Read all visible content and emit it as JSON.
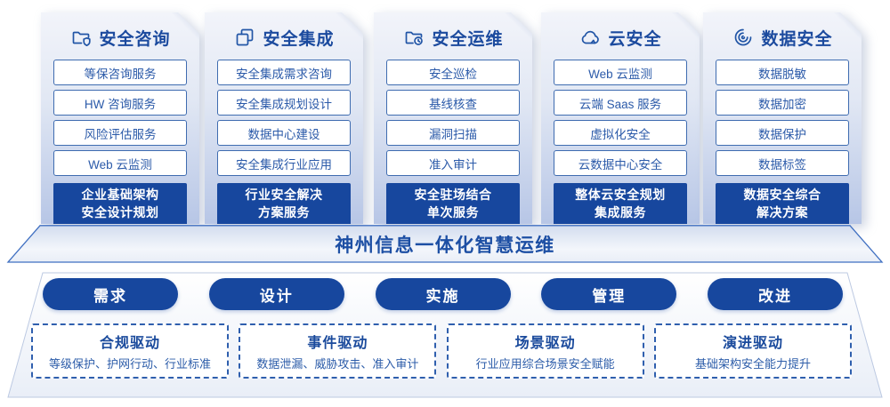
{
  "colors": {
    "primary_dark_blue": "#17479e",
    "title_blue": "#1b4a9e",
    "item_text_blue": "#2b5aa9",
    "item_border_blue": "#3f6cb0",
    "banner_border_blue": "#3f6fc1",
    "card_gradient_bottom": "#b7c6e6"
  },
  "columns": [
    {
      "icon": "folder-shield-icon",
      "title": "安全咨询",
      "items": [
        "等保咨询服务",
        "HW 咨询服务",
        "风险评估服务",
        "Web 云监测"
      ],
      "solution": [
        "企业基础架构",
        "安全设计规划"
      ]
    },
    {
      "icon": "stacked-documents-icon",
      "title": "安全集成",
      "items": [
        "安全集成需求咨询",
        "安全集成规划设计",
        "数据中心建设",
        "安全集成行业应用"
      ],
      "solution": [
        "行业安全解决",
        "方案服务"
      ]
    },
    {
      "icon": "folder-clock-icon",
      "title": "安全运维",
      "items": [
        "安全巡检",
        "基线核查",
        "漏洞扫描",
        "准入审计"
      ],
      "solution": [
        "安全驻场结合",
        "单次服务"
      ]
    },
    {
      "icon": "cloud-security-icon",
      "title": "云安全",
      "items": [
        "Web 云监测",
        "云端 Saas 服务",
        "虚拟化安全",
        "云数据中心安全"
      ],
      "solution": [
        "整体云安全规划",
        "集成服务"
      ]
    },
    {
      "icon": "fingerprint-icon",
      "title": "数据安全",
      "items": [
        "数据脱敏",
        "数据加密",
        "数据保护",
        "数据标签"
      ],
      "solution": [
        "数据安全综合",
        "解决方案"
      ]
    }
  ],
  "banner": {
    "title": "神州信息一体化智慧运维"
  },
  "process": {
    "steps": [
      "需求",
      "设计",
      "实施",
      "管理",
      "改进"
    ]
  },
  "drivers": [
    {
      "title": "合规驱动",
      "desc": "等级保护、护网行动、行业标准"
    },
    {
      "title": "事件驱动",
      "desc": "数据泄漏、威胁攻击、准入审计"
    },
    {
      "title": "场景驱动",
      "desc": "行业应用综合场景安全赋能"
    },
    {
      "title": "演进驱动",
      "desc": "基础架构安全能力提升"
    }
  ]
}
